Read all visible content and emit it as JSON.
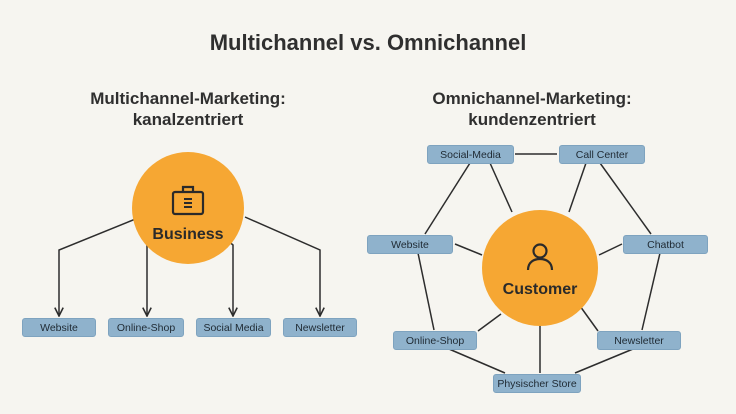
{
  "title": "Multichannel vs. Omnichannel",
  "left": {
    "heading_line1": "Multichannel-Marketing:",
    "heading_line2": "kanalzentriert",
    "center_label": "Business",
    "center_icon": "briefcase-icon",
    "channels": [
      "Website",
      "Online-Shop",
      "Social Media",
      "Newsletter"
    ]
  },
  "right": {
    "heading_line1": "Omnichannel-Marketing:",
    "heading_line2": "kundenzentriert",
    "center_label": "Customer",
    "center_icon": "person-icon",
    "channels": [
      "Social-Media",
      "Call Center",
      "Website",
      "Chatbot",
      "Online-Shop",
      "Newsletter",
      "Physischer Store"
    ]
  },
  "colors": {
    "background": "#f6f5f0",
    "circle": "#f6a733",
    "node": "#8fb2cc",
    "line": "#2d2d2d"
  }
}
